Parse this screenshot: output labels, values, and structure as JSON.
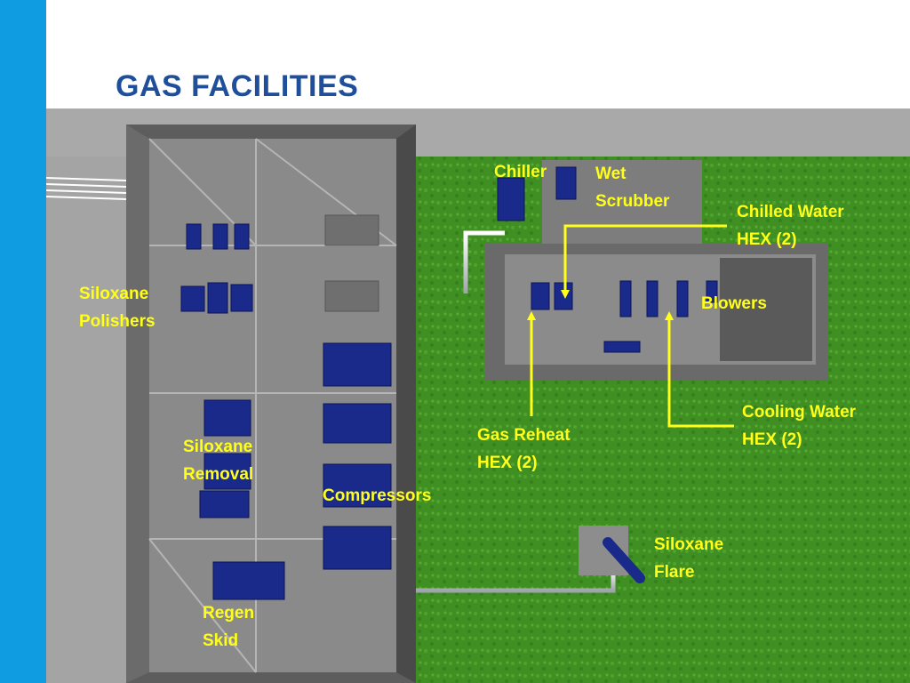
{
  "slide": {
    "title": "GAS FACILITIES",
    "accent_color": "#0f9ce0",
    "title_color": "#1f4e9a",
    "label_color": "#ffff1a"
  },
  "labels": {
    "chiller": "Chiller",
    "wet_scrubber": [
      "Wet",
      "Scrubber"
    ],
    "chilled_water_hex": [
      "Chilled Water",
      "HEX (2)"
    ],
    "siloxane_polishers": [
      "Siloxane",
      "Polishers"
    ],
    "blowers": "Blowers",
    "cooling_water_hex": [
      "Cooling Water",
      "HEX (2)"
    ],
    "gas_reheat_hex": [
      "Gas Reheat",
      "HEX (2)"
    ],
    "siloxane_removal": [
      "Siloxane",
      "Removal"
    ],
    "compressors": "Compressors",
    "siloxane_flare": [
      "Siloxane",
      "Flare"
    ],
    "regen_skid": [
      "Regen",
      "Skid"
    ]
  }
}
